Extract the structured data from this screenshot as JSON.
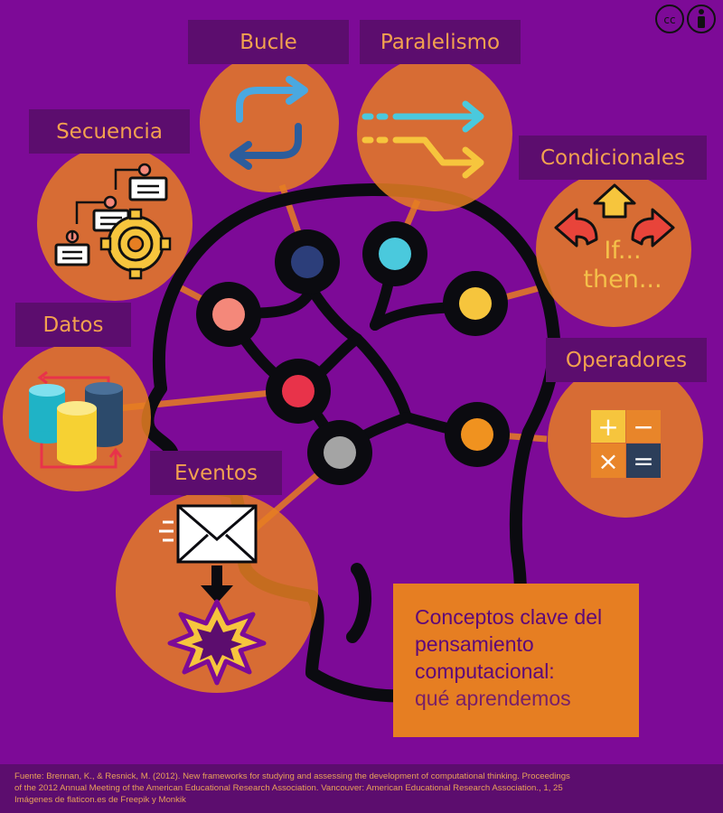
{
  "concepts": {
    "bucle": "Bucle",
    "paralelismo": "Paralelismo",
    "secuencia": "Secuencia",
    "condicionales": "Condicionales",
    "datos": "Datos",
    "operadores": "Operadores",
    "eventos": "Eventos"
  },
  "condicionales_text": {
    "line1": "If...",
    "line2": "then..."
  },
  "operators": {
    "plus": "+",
    "minus": "−",
    "times": "×",
    "equals": "="
  },
  "title": {
    "line1": "Conceptos clave del",
    "line2": "pensamiento",
    "line3": "computacional:",
    "line4": "qué aprendemos"
  },
  "footer": {
    "line1": "Fuente: Brennan, K., & Resnick, M. (2012). New frameworks for studying and assessing the development of computational thinking. Proceedings",
    "line2": "of the 2012 Annual Meeting of the American Educational Research Association. Vancouver: American Educational Research Association., 1, 25",
    "line3": "Imágenes de flaticon.es de Freepik y Monkik"
  },
  "license": {
    "cc": "cc",
    "by": "i"
  },
  "colors": {
    "background": "#7d0a97",
    "concept_circle": "#e67e22",
    "label_box": "#5c0d6e",
    "label_text": "#f2a14f",
    "node_navy": "#2c3e7a",
    "node_cyan": "#4ac9dd",
    "node_salmon": "#f4887a",
    "node_yellow": "#f6c53d",
    "node_red": "#e8334a",
    "node_orange": "#f0921f",
    "node_gray": "#a4a4a4"
  }
}
